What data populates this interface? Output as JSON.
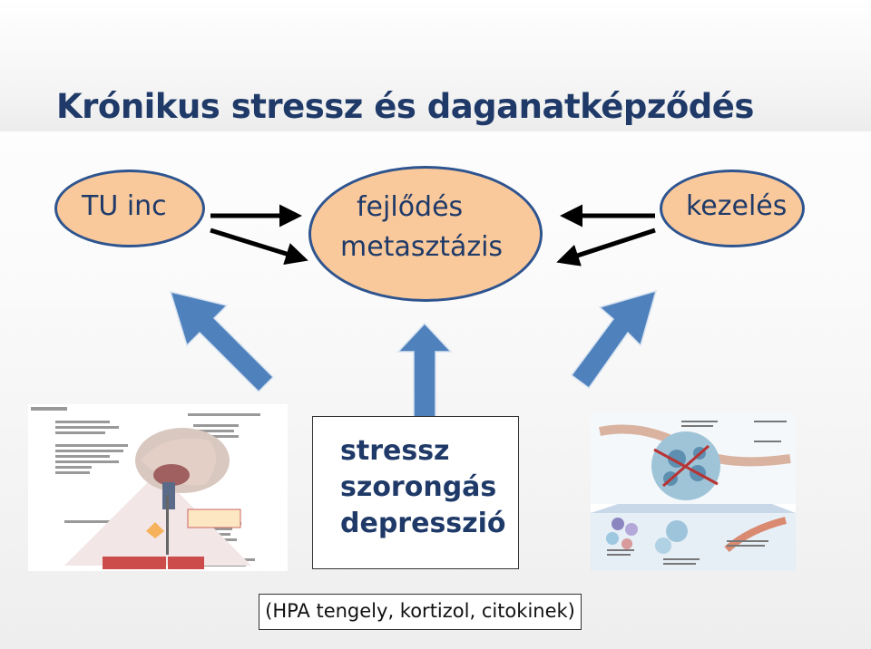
{
  "title": "Krónikus stressz és daganatképződés",
  "nodes": {
    "tu_inc": "TU inc",
    "center_line1": "fejlődés",
    "center_line2": "metasztázis",
    "kezeles": "kezelés"
  },
  "stress_box": {
    "line1": "stressz",
    "line2": "szorongás",
    "line3": "depresszió"
  },
  "footer": "(HPA tengely, kortizol, citokinek)",
  "colors": {
    "title": "#1f3a68",
    "ellipse_fill": "#fac99b",
    "ellipse_border": "#2e548f",
    "blue_arrow": "#4f81bd",
    "black_arrow": "#000000"
  },
  "images": {
    "left": "brain-hpa-axis-diagram",
    "right": "tumor-microenvironment-diagram"
  }
}
